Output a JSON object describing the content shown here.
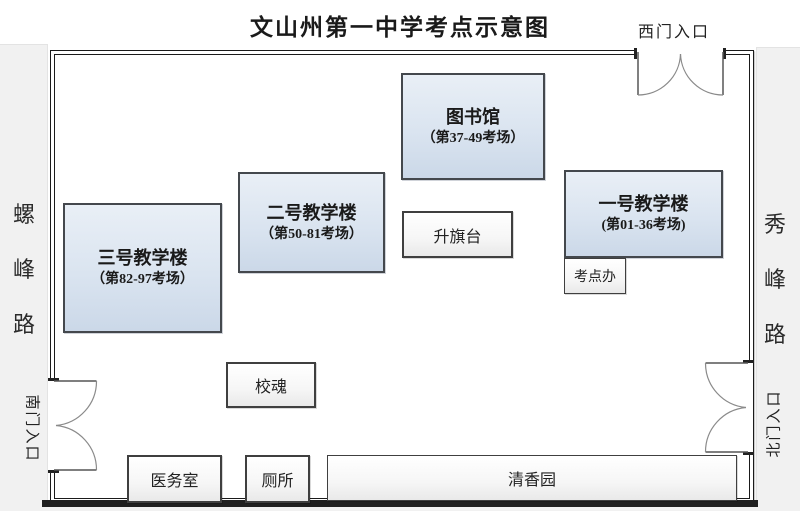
{
  "title": "文山州第一中学考点示意图",
  "roads": {
    "left_name": "螺峰路",
    "left_chars": [
      "螺",
      "峰",
      "路"
    ],
    "right_name": "秀峰路",
    "right_chars": [
      "秀",
      "峰",
      "路"
    ]
  },
  "gates": {
    "west": "西门入口",
    "south": "南门入口",
    "north": "北门入口"
  },
  "buildings": {
    "library": {
      "name": "图书馆",
      "sub": "（第37-49考场）"
    },
    "teach2": {
      "name": "二号教学楼",
      "sub": "（第50-81考场）"
    },
    "teach3": {
      "name": "三号教学楼",
      "sub": "（第82-97考场）"
    },
    "teach1": {
      "name": "一号教学楼",
      "sub": "(第01-36考场)"
    }
  },
  "facilities": {
    "flag_platform": "升旗台",
    "exam_office": "考点办",
    "school_soul": "校魂",
    "medical_room": "医务室",
    "toilet": "厕所",
    "garden": "清香园"
  },
  "colors": {
    "building_fill": "#dce6f1",
    "building_border": "#44484d",
    "box_border": "#3f3f3f",
    "road_fill": "#f1f1f1",
    "wall": "#1a1a1a"
  }
}
